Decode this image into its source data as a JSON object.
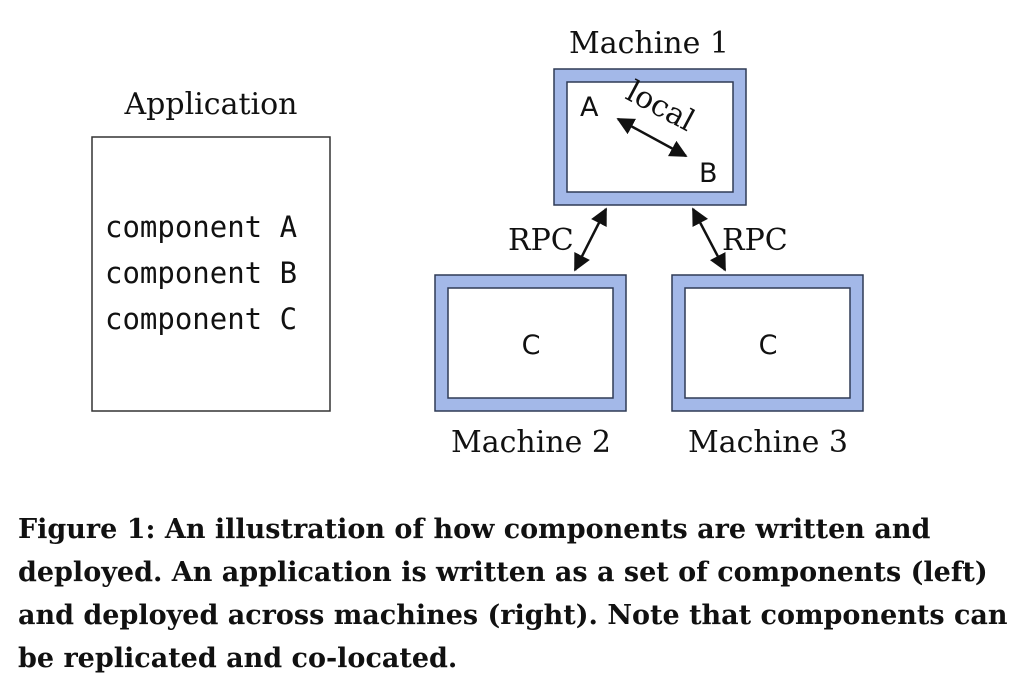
{
  "application": {
    "title": "Application",
    "components": [
      "component A",
      "component B",
      "component C"
    ]
  },
  "machines": [
    {
      "name": "Machine 1",
      "contents": [
        "A",
        "B"
      ],
      "link_label": "local"
    },
    {
      "name": "Machine 2",
      "contents": [
        "C"
      ]
    },
    {
      "name": "Machine 3",
      "contents": [
        "C"
      ]
    }
  ],
  "connections": {
    "left_label": "RPC",
    "right_label": "RPC"
  },
  "caption": "Figure 1: An illustration of how components are written and deployed. An application is written as a set of components (left) and deployed across machines (right). Note that components can be replicated and co-located.",
  "colors": {
    "machine_border": "#a3b8e8",
    "machine_outline": "#2f3a55"
  }
}
